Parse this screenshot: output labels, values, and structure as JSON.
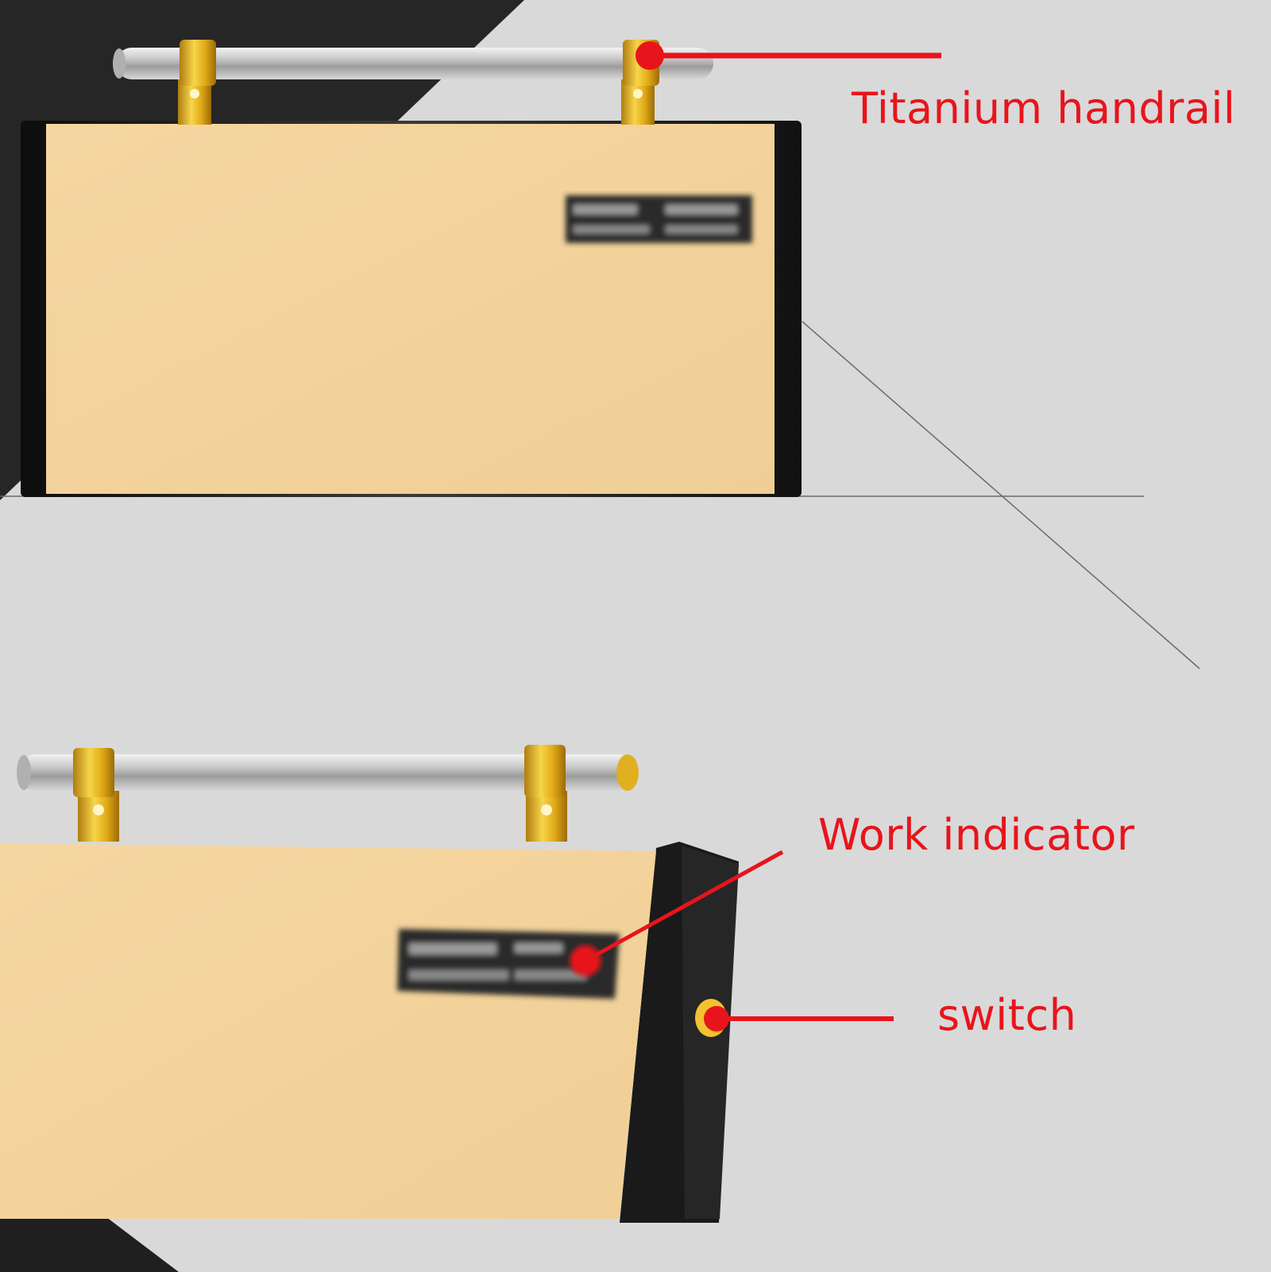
{
  "callouts": {
    "handrail": "Titanium handrail",
    "work_indicator": "Work indicator",
    "switch": "switch"
  },
  "colors": {
    "background": "#d9d9d9",
    "dark_corner": "#262626",
    "panel": "#f3d39c",
    "frame": "#1c1c1c",
    "rail_steel": "#c9c9c9",
    "bracket_gold": "#e8b820",
    "callout_red": "#e8141b",
    "indicator_light": "#e8141b",
    "switch_button": "#f2c230"
  }
}
